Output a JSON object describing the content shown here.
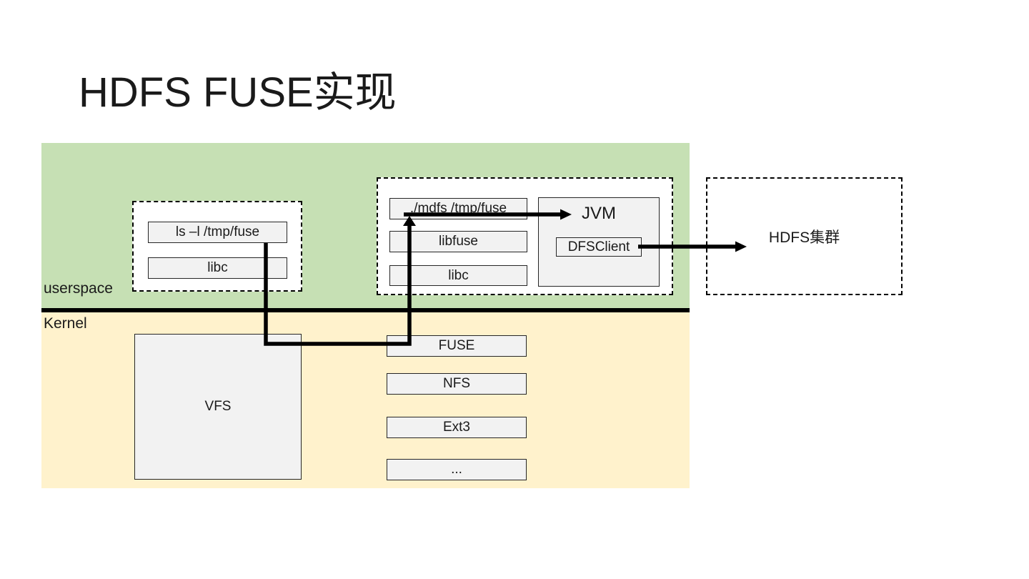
{
  "title": "HDFS FUSE实现",
  "regions": {
    "userspace_label": "userspace",
    "kernel_label": "Kernel"
  },
  "userspace": {
    "client_group": {
      "items": [
        "ls –l /tmp/fuse",
        "libc"
      ]
    },
    "daemon_group": {
      "items": [
        "./mdfs /tmp/fuse",
        "libfuse",
        "libc"
      ],
      "jvm_label": "JVM",
      "dfsclient_label": "DFSClient"
    }
  },
  "kernel": {
    "vfs_label": "VFS",
    "fs_stack": [
      "FUSE",
      "NFS",
      "Ext3",
      "..."
    ]
  },
  "hdfs_cluster_label": "HDFS集群",
  "colors": {
    "userspace_bg": "#c6e0b4",
    "kernel_bg": "#fff2cc",
    "box_bg": "#f2f2f2",
    "arrow": "#000000"
  }
}
